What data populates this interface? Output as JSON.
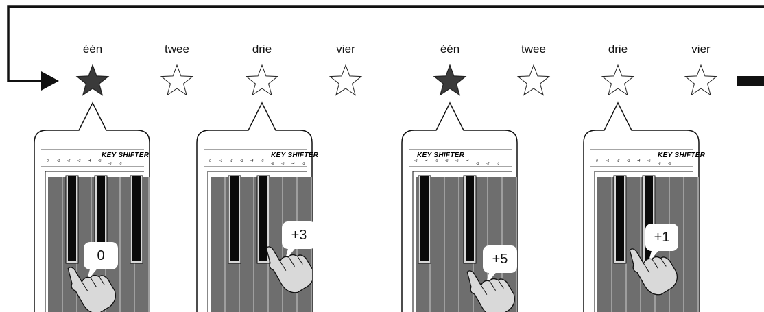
{
  "beats": [
    {
      "label": "één",
      "accent": true
    },
    {
      "label": "twee",
      "accent": false
    },
    {
      "label": "drie",
      "accent": false
    },
    {
      "label": "vier",
      "accent": false
    },
    {
      "label": "één",
      "accent": true
    },
    {
      "label": "twee",
      "accent": false
    },
    {
      "label": "drie",
      "accent": false
    },
    {
      "label": "vier",
      "accent": false
    }
  ],
  "panels": [
    {
      "beat": 1,
      "title": "KEY SHIFTER",
      "value": "0"
    },
    {
      "beat": 3,
      "title": "KEY SHIFTER",
      "value": "+3"
    },
    {
      "beat": 5,
      "title": "KEY SHIFTER",
      "value": "+5"
    },
    {
      "beat": 7,
      "title": "KEY SHIFTER",
      "value": "+1"
    }
  ],
  "colors": {
    "line": "#111111",
    "star_filled": "#3a3a3a",
    "keys_panel": "#6e6e6e",
    "black_key": "#0a0a0a",
    "finger": "#d9d9d9"
  }
}
